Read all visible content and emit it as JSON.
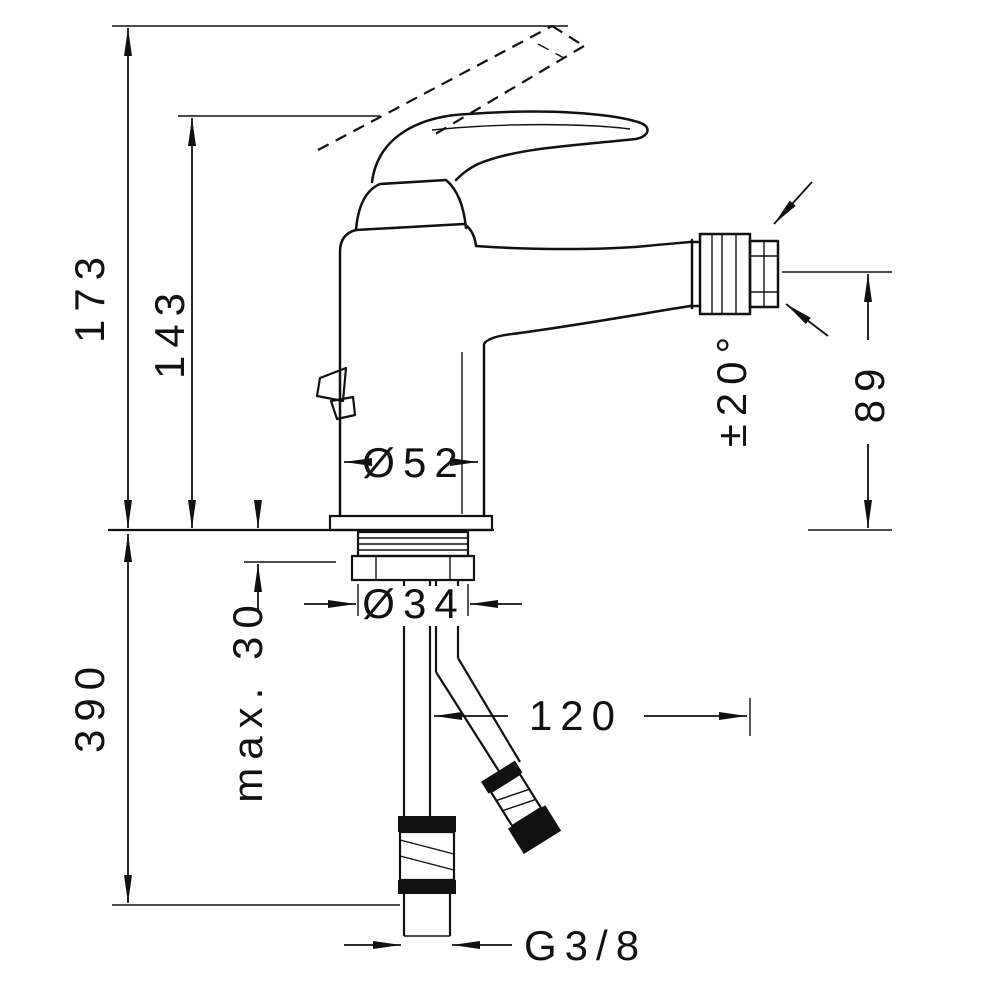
{
  "drawing": {
    "background": "#ffffff",
    "line_color": "#111111",
    "dimensions": {
      "total_height": "173",
      "body_height": "143",
      "base_diameter": "Ø52",
      "shank_diameter": "Ø34",
      "max_deck_thickness": "max. 30",
      "hose_length": "390",
      "spout_projection": "120",
      "connection_thread": "G3/8",
      "swivel_angle": "±20°",
      "outlet_height": "89"
    }
  }
}
